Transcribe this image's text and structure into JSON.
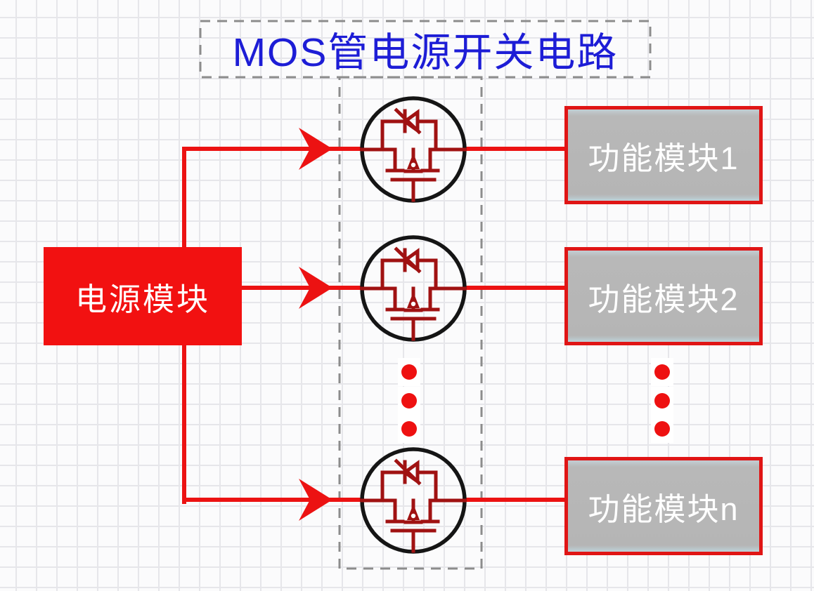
{
  "title": "MOS管电源开关电路",
  "power_module": {
    "label": "电源模块"
  },
  "function_modules": [
    {
      "label": "功能模块1"
    },
    {
      "label": "功能模块2"
    },
    {
      "label": "功能模块n"
    }
  ],
  "mosfet_switches": {
    "count_shown": 3,
    "symbol": "p-mosfet-with-body-diode-in-circle"
  },
  "ellipsis": {
    "meaning": "more branches between module 2 and module n",
    "style": "three-red-dots-vertical"
  },
  "colors": {
    "wire_red": "#ec1212",
    "power_box_fill": "#f21111",
    "module_fill": "#b5b5b5",
    "module_border": "#e01515",
    "mosfet_symbol_red": "#a01212",
    "mosfet_circle_black": "#151515",
    "title_blue": "#1d1dd6",
    "dashed_border_gray": "#8c8c8c"
  }
}
